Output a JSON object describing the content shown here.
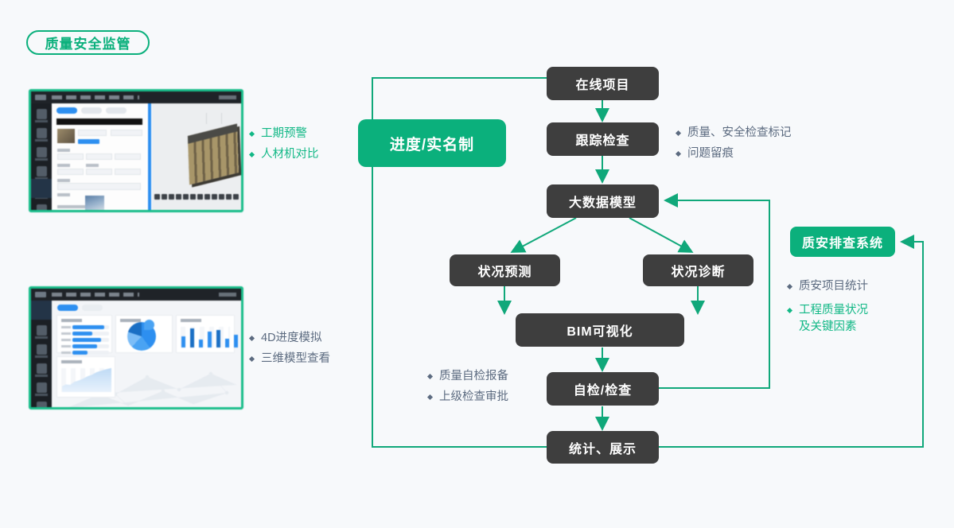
{
  "page": {
    "title_badge": "质量安全监管",
    "background_color": "#f7f9fb",
    "accent_green": "#0bb07c",
    "node_dark": "#3e3e3e",
    "slate_text": "#5c6b80"
  },
  "thumbnails": [
    {
      "name": "progress-realname-app-screenshot",
      "caption_group": "progress"
    },
    {
      "name": "bim-dashboard-screenshot",
      "caption_group": "dashboard"
    }
  ],
  "flow": {
    "nodes": [
      {
        "id": "online-project",
        "label": "在线项目",
        "style": "dark"
      },
      {
        "id": "tracking-check",
        "label": "跟踪检查",
        "style": "dark"
      },
      {
        "id": "bigdata-model",
        "label": "大数据模型",
        "style": "dark"
      },
      {
        "id": "status-forecast",
        "label": "状况预测",
        "style": "dark"
      },
      {
        "id": "status-diagnosis",
        "label": "状况诊断",
        "style": "dark"
      },
      {
        "id": "bim-visual",
        "label": "BIM可视化",
        "style": "dark"
      },
      {
        "id": "self-inspection",
        "label": "自检/检查",
        "style": "dark"
      },
      {
        "id": "statistics-show",
        "label": "统计、展示",
        "style": "dark"
      },
      {
        "id": "progress-realname",
        "label": "进度/实名制",
        "style": "green"
      },
      {
        "id": "quality-safety-system",
        "label": "质安排查系统",
        "style": "green"
      }
    ]
  },
  "annotations": {
    "progress": {
      "color": "#12b886",
      "items": [
        "工期预警",
        "人材机对比"
      ]
    },
    "dashboard": {
      "color": "#5c6b80",
      "items": [
        "4D进度模拟",
        "三维模型查看"
      ]
    },
    "tracking": {
      "color": "#5c6b80",
      "items": [
        "质量、安全检查标记",
        "问题留痕"
      ]
    },
    "self_inspection": {
      "color": "#5c6b80",
      "items": [
        "质量自检报备",
        "上级检查审批"
      ]
    },
    "quality_system": {
      "items": [
        {
          "text": "质安项目统计",
          "color": "#5c6b80"
        },
        {
          "text": "工程质量状况\n及关键因素",
          "color": "#12b886"
        }
      ]
    }
  }
}
